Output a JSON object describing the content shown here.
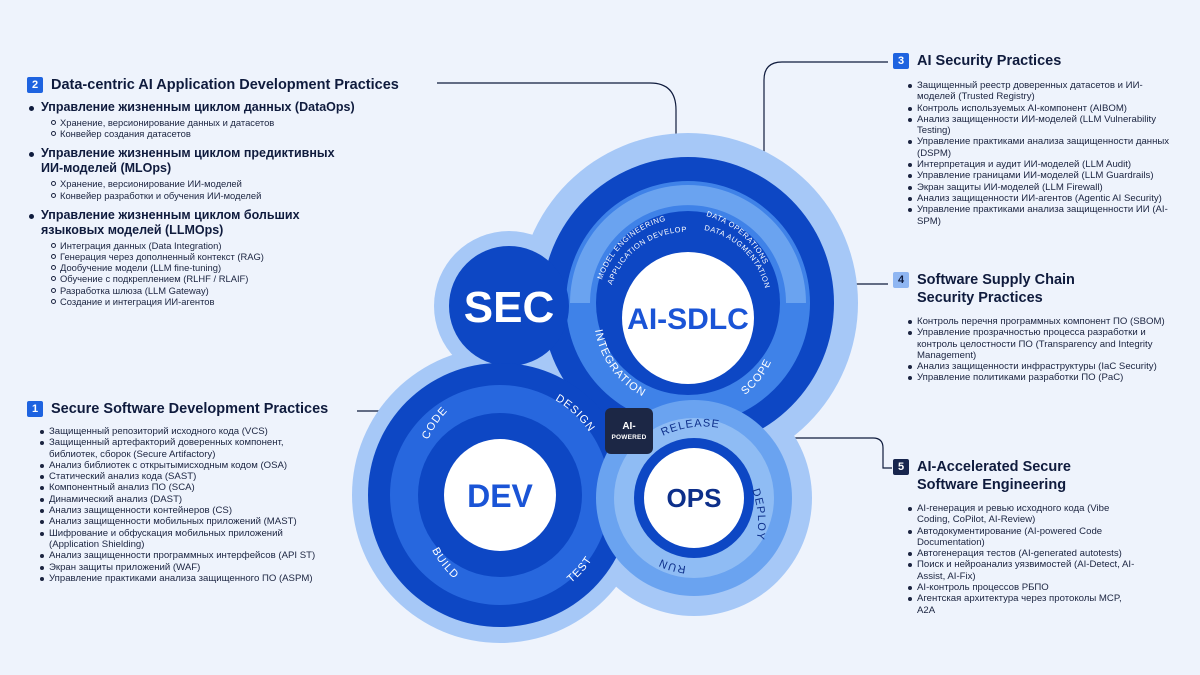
{
  "diagram": {
    "sec": "SEC",
    "ai_sdlc": "AI-SDLC",
    "dev": "DEV",
    "ops": "OPS",
    "ai_sdlc_ring": [
      "INTEGRATION",
      "SCOPE"
    ],
    "ai_sdlc_inner": [
      "MODEL ENGINEERING",
      "APPLICATION DEVELOPMENT",
      "DATA OPERATIONS",
      "DATA AUGMENTATION"
    ],
    "dev_ring": [
      "CODE",
      "DESIGN",
      "BUILD",
      "TEST"
    ],
    "ops_ring": [
      "RELEASE",
      "DEPLOY",
      "RUN"
    ],
    "ai_powered": [
      "AI-",
      "POWERED"
    ]
  },
  "panels": {
    "p2": {
      "num": "2",
      "title": "Data-centric AI Application Development Practices",
      "groups": [
        {
          "title": "Управление жизненным циклом данных (DataOps)",
          "items": [
            "Хранение, версионирование данных и датасетов",
            "Конвейер создания датасетов"
          ]
        },
        {
          "title": "Управление жизненным циклом предиктивных ИИ-моделей (MLOps)",
          "items": [
            "Хранение, версионирование ИИ-моделей",
            "Конвейер разработки и обучения ИИ-моделей"
          ]
        },
        {
          "title": "Управление жизненным циклом больших языковых моделей (LLMOps)",
          "items": [
            "Интеграция данных (Data Integration)",
            "Генерация через дополненный контекст (RAG)",
            "Дообучение модели (LLM fine-tuning)",
            "Обучение с подкреплением (RLHF / RLAIF)",
            "Разработка шлюза (LLM Gateway)",
            "Создание и интеграция ИИ-агентов"
          ]
        }
      ]
    },
    "p1": {
      "num": "1",
      "title": "Secure Software Development Practices",
      "items": [
        "Защищенный репозиторий исходного кода (VCS)",
        "Защищенный артефакторий доверенных компонент, библиотек, сборок (Secure Artifactory)",
        "Анализ библиотек с открытымисходным кодом (OSA)",
        "Статический анализ кода (SAST)",
        "Компонентный анализ ПО (SCA)",
        "Динамический анализ (DAST)",
        "Анализ защищенности контейнеров (CS)",
        "Анализ защищенности мобильных приложений (MAST)",
        "Шифрование и обфускация мобильных приложений (Application Shielding)",
        "Анализ защищенности программных интерфейсов (API ST)",
        "Экран защиты приложений (WAF)",
        "Управление практиками анализа защищенного ПО (ASPM)"
      ]
    },
    "p3": {
      "num": "3",
      "title": "AI Security Practices",
      "items": [
        "Защищенный реестр доверенных датасетов и ИИ-моделей (Trusted Registry)",
        "Контроль используемых AI-компонент (AIBOM)",
        "Анализ защищенности ИИ-моделей (LLM Vulnerability Testing)",
        "Управление практиками анализа защищенности данных (DSPM)",
        "Интерпретация и аудит ИИ-моделей (LLM Audit)",
        "Управление границами ИИ-моделей (LLM Guardrails)",
        "Экран защиты ИИ-моделей (LLM Firewall)",
        "Анализ защищенности ИИ-агентов (Agentic AI Security)",
        "Управление практиками анализа защищенности ИИ (AI-SPM)"
      ]
    },
    "p4": {
      "num": "4",
      "title": "Software Supply Chain Security Practices",
      "items": [
        "Контроль перечня программных компонент ПО (SBOM)",
        "Управление прозрачностью процесса разработки и контроль целостности ПО (Transparency and Integrity Management)",
        "Анализ защищенности инфраструктуры (IaC Security)",
        "Управление политиками разработки ПО (PaC)"
      ]
    },
    "p5": {
      "num": "5",
      "title": "AI-Accelerated Secure Software Engineering",
      "items": [
        "AI-генерация и ревью исходного кода (Vibe Coding, CoPilot, AI-Review)",
        "Автодокументирование (AI-powered Code Documentation)",
        "Автогенерация тестов (AI-generated autotests)",
        "Поиск и нейроанализ уязвимостей (AI-Detect, AI-Assist, AI-Fix)",
        "AI-контроль процессов РБПО",
        "Агентская архитектура через протоколы MCP, A2A"
      ]
    }
  }
}
